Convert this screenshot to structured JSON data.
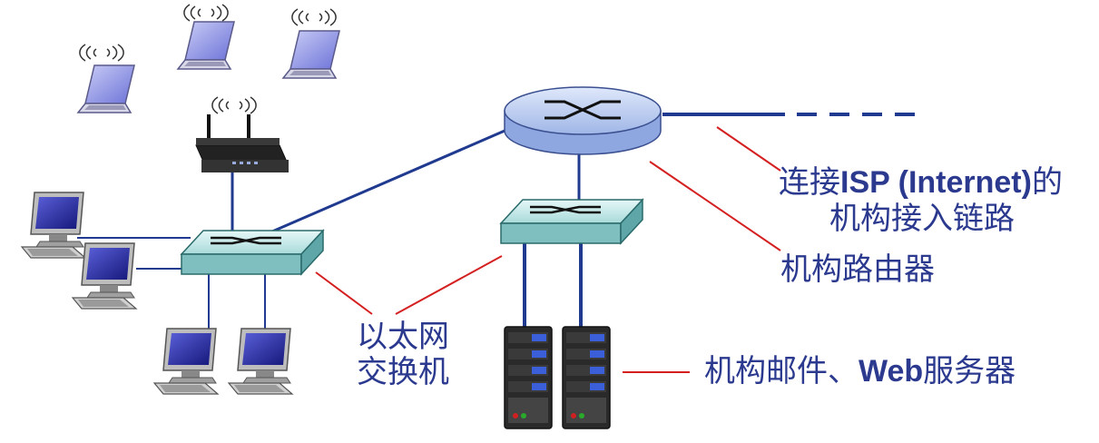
{
  "labels": {
    "isp_link_line1_prefix": "连接",
    "isp_link_line1_bold": "ISP (Internet)",
    "isp_link_line1_suffix": "的",
    "isp_link_line2": "机构接入链路",
    "router": "机构路由器",
    "switch_line1": "以太网",
    "switch_line2": "交换机",
    "servers_prefix": "机构邮件、",
    "servers_bold": "Web",
    "servers_suffix": "服务器"
  },
  "colors": {
    "link": "#1f3a8f",
    "callout": "#d42020",
    "text": "#2b3a8f",
    "device_top": "#bfe6e6",
    "device_side": "#7fbfc0",
    "router_body": "#a9bde8",
    "screen": "#2c2fa0",
    "server_body": "#2a2a2a"
  },
  "icons": [
    "laptop-icon",
    "wireless-router-icon",
    "desktop-computer-icon",
    "ethernet-switch-icon",
    "router-icon",
    "server-icon"
  ]
}
